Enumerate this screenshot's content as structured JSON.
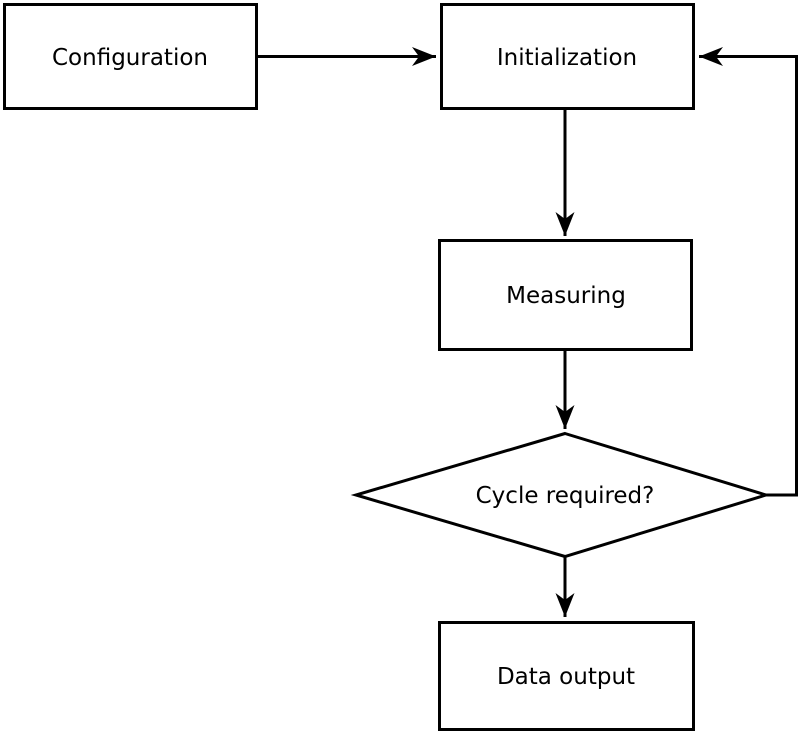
{
  "colors": {
    "stroke": "#000000",
    "fill": "#ffffff",
    "background": "#ffffff"
  },
  "nodes": {
    "configuration": {
      "label": "Configuration",
      "type": "process"
    },
    "initialization": {
      "label": "Initialization",
      "type": "process"
    },
    "measuring": {
      "label": "Measuring",
      "type": "process"
    },
    "cycle_required": {
      "label": "Cycle required?",
      "type": "decision"
    },
    "data_output": {
      "label": "Data output",
      "type": "process"
    }
  },
  "edges": [
    {
      "from": "configuration",
      "to": "initialization",
      "label": ""
    },
    {
      "from": "initialization",
      "to": "measuring",
      "label": ""
    },
    {
      "from": "measuring",
      "to": "cycle_required",
      "label": ""
    },
    {
      "from": "cycle_required",
      "to": "data_output",
      "label": ""
    },
    {
      "from": "cycle_required",
      "to": "initialization",
      "label": "",
      "kind": "feedback-loop"
    }
  ]
}
